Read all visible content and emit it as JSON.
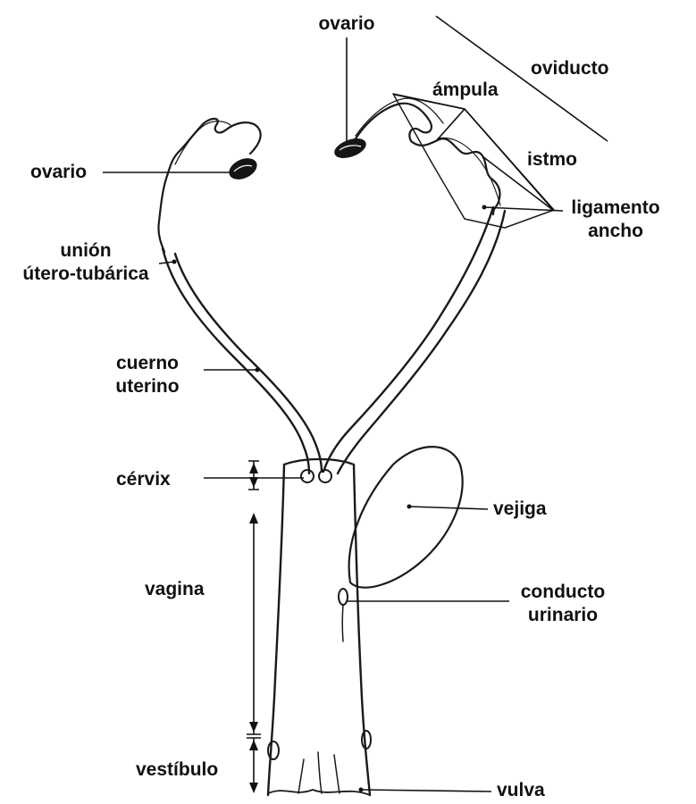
{
  "diagram": {
    "labels": {
      "ovario_top": "ovario",
      "oviducto": "oviducto",
      "ampula": "ámpula",
      "istmo": "istmo",
      "ovario_left": "ovario",
      "ligamento_1": "ligamento",
      "ligamento_2": "ancho",
      "union_1": "unión",
      "union_2": "útero-tubárica",
      "cuerno_1": "cuerno",
      "cuerno_2": "uterino",
      "cervix": "cérvix",
      "vejiga": "vejiga",
      "vagina": "vagina",
      "conducto_1": "conducto",
      "conducto_2": "urinario",
      "vestibulo": "vestíbulo",
      "vulva": "vulva"
    }
  }
}
